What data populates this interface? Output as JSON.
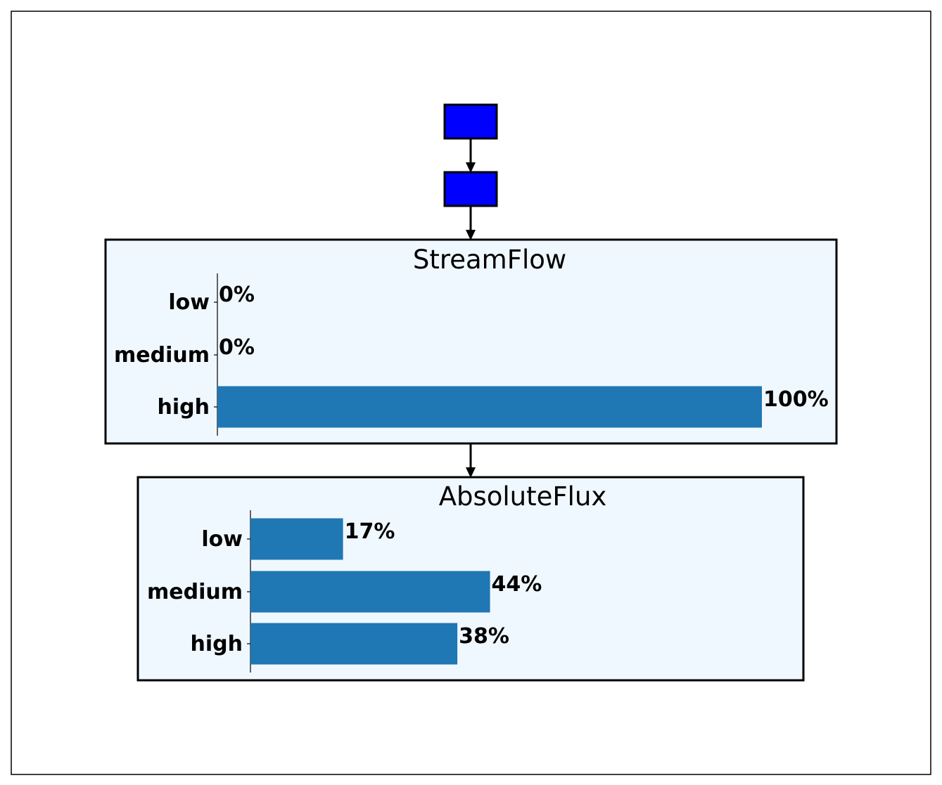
{
  "colors": {
    "node_fill": "#f0f8ff",
    "bar": "#1f77b4",
    "small_node": "#0000ff",
    "stroke": "#000000"
  },
  "diagram": {
    "top_nodes": [
      {
        "id": "node-1"
      },
      {
        "id": "node-2"
      }
    ]
  },
  "chart_data": [
    {
      "type": "bar",
      "title": "StreamFlow",
      "categories": [
        "low",
        "medium",
        "high"
      ],
      "values": [
        0,
        0,
        100
      ],
      "labels": [
        "0%",
        "0%",
        "100%"
      ]
    },
    {
      "type": "bar",
      "title": "AbsoluteFlux",
      "categories": [
        "low",
        "medium",
        "high"
      ],
      "values": [
        17,
        44,
        38
      ],
      "labels": [
        "17%",
        "44%",
        "38%"
      ]
    }
  ]
}
